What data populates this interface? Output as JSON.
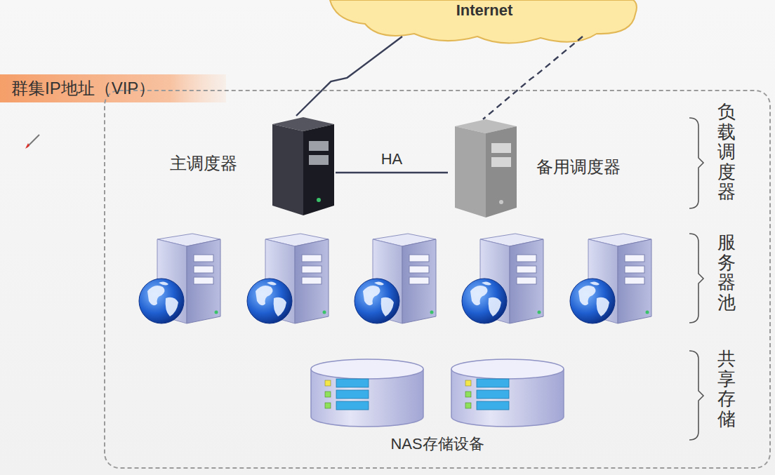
{
  "diagram": {
    "nodes": [
      {
        "text": [
          "Internet"
        ]
      },
      {
        "text": [
          "群集IP地址（VIP）"
        ]
      },
      {
        "text": [
          "主调度器"
        ],
        "in": 1
      },
      {
        "text": [
          "备用调度器"
        ],
        "in": 1
      }
    ],
    "edges": [
      {
        "from": 0,
        "to": 2,
        "arrow": "none"
      },
      {
        "from": 0,
        "to": 3,
        "arrow": "none"
      },
      {
        "from": 2,
        "to": 3,
        "label": "HA",
        "arrow": "none"
      }
    ],
    "labels": [
      "负载调度器",
      "服务器池",
      "共享存储",
      "NAS存储设备"
    ]
  }
}
